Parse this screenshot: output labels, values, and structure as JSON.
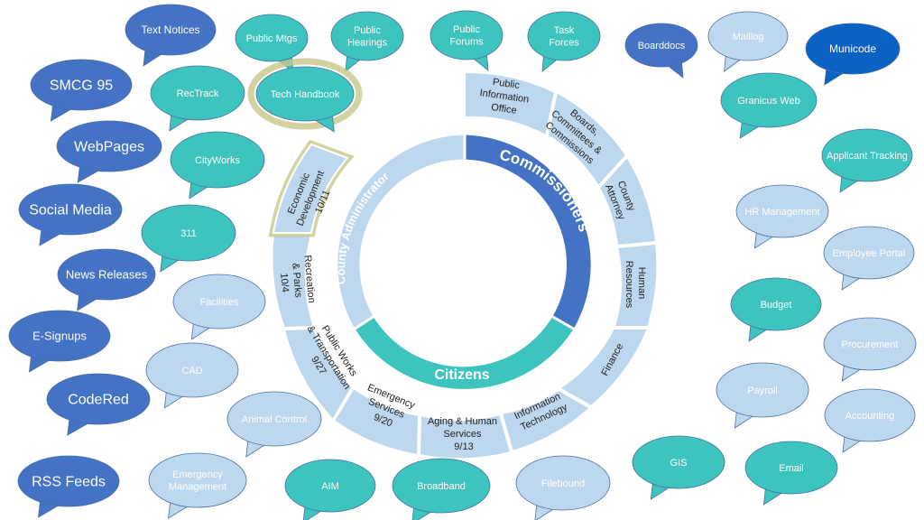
{
  "colors": {
    "teal": "#3dc4be",
    "dark_blue": "#4472c4",
    "light_blue": "#bdd7ee",
    "royal_blue": "#0b62c2",
    "ring_light": "#bdd7ee",
    "ring_dark": "#4472c4",
    "ring_teal": "#3dc4be",
    "highlight": "#c8c88a"
  },
  "center": {
    "commissioners": "Commissioners",
    "citizens": "Citizens",
    "county_administrator": "County Administrator"
  },
  "departments": {
    "pio": [
      "Public",
      "Information",
      "Office"
    ],
    "boards": [
      "Boards,",
      "Committees &",
      "Commissions"
    ],
    "attorney": [
      "County",
      "Attorney"
    ],
    "hr": [
      "Human",
      "Resources"
    ],
    "finance": [
      "Finance"
    ],
    "it": [
      "Information",
      "Technology"
    ],
    "aging": [
      "Aging & Human",
      "Services",
      "9/13"
    ],
    "emergency": [
      "Emergency",
      "Services",
      "9/20"
    ],
    "public_works": [
      "Public Works",
      "& Transportation",
      "9/27"
    ],
    "recreation": [
      "Recreation",
      "& Parks",
      "10/4"
    ],
    "econ_dev": [
      "Economic",
      "Development",
      "10/11"
    ]
  },
  "bubbles": {
    "text_notices": "Text Notices",
    "public_mtgs": "Public Mtgs",
    "public_hearings": [
      "Public",
      "Hearings"
    ],
    "public_forums": [
      "Public",
      "Forums"
    ],
    "task_forces": [
      "Task",
      "Forces"
    ],
    "boarddocs": "Boarddocs",
    "maillog": "Maillog",
    "municode": "Municode",
    "smcg95": "SMCG 95",
    "rectrack": "RecTrack",
    "tech_handbook": "Tech Handbook",
    "granicus_web": "Granicus Web",
    "webpages": "WebPages",
    "cityworks": "CityWorks",
    "applicant_tracking": "Applicant Tracking",
    "social_media": "Social Media",
    "hr_management": "HR Management",
    "n311": "311",
    "employee_portal": "Employee Portal",
    "news_releases": "News Releases",
    "facilities": "Facilities",
    "budget": "Budget",
    "e_signups": "E-Signups",
    "procurement": "Procurement",
    "cad": "CAD",
    "payroll": "Payroll",
    "codered": "CodeRed",
    "animal_control": "Animal Control",
    "accounting": "Accounting",
    "gis": "GIS",
    "email": "Email",
    "rss_feeds": "RSS Feeds",
    "emergency_mgmt": [
      "Emergency",
      "Management"
    ],
    "aim": "AIM",
    "broadband": "Broadband",
    "filebound": "Filebound"
  }
}
